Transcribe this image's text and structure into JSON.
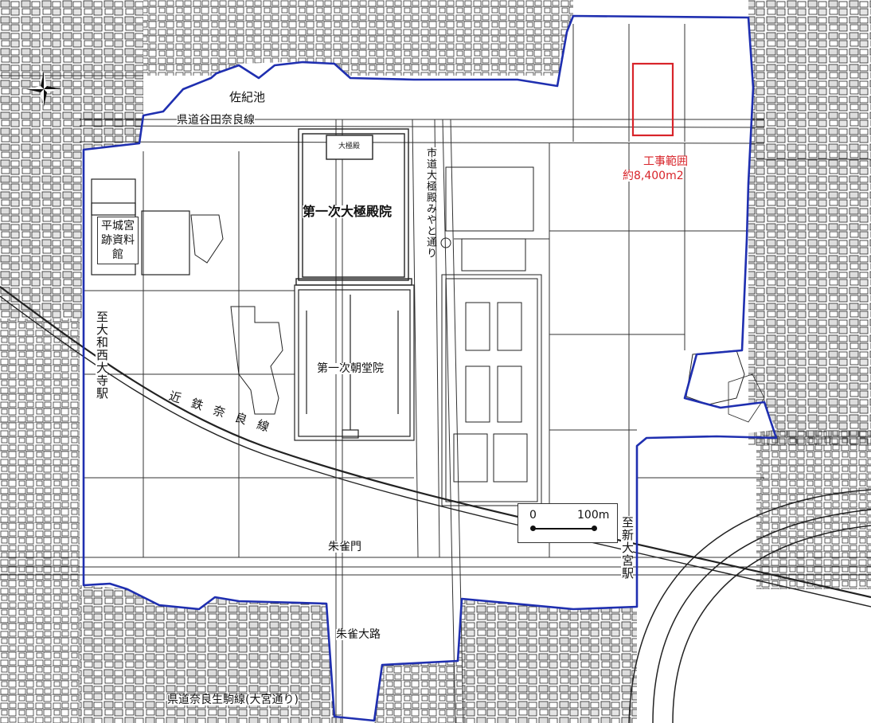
{
  "labels": {
    "saki_pond": "佐紀池",
    "prefectural_road_top": "県道谷田奈良線",
    "daigokuden": "第一次大極殿院",
    "chodoin": "第一次朝堂院",
    "museum": "平城宮\n跡資料\n館",
    "to_yamato_saidaiji": "至大和西大寺駅",
    "to_shin_omiya": "至新大宮駅",
    "kintetsu_line": "近鉄奈良線",
    "city_road": "市道大極殿みやと通り",
    "suzakumon": "朱雀門",
    "suzaku_oji": "朱雀大路",
    "bottom_road": "県道奈良生駒線(大宮通り)",
    "building_daigokuden": "大極殿"
  },
  "construction": {
    "line1": "工事範囲",
    "line2": "約8,400m2"
  },
  "scale": {
    "zero": "0",
    "distance": "100m"
  },
  "colors": {
    "boundary": "#1f2fb0",
    "construction": "#d8242a",
    "linework": "#2a2a2a"
  },
  "icons": {
    "north_arrow": "compass-star-icon"
  }
}
